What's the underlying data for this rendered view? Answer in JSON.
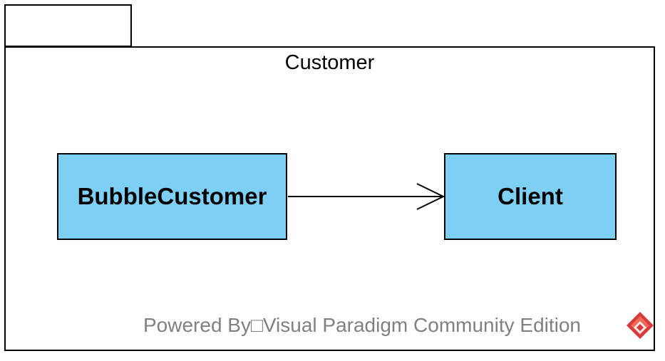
{
  "package": {
    "name": "Customer"
  },
  "classes": [
    {
      "id": "bubble",
      "label": "BubbleCustomer"
    },
    {
      "id": "client",
      "label": "Client"
    }
  ],
  "relations": [
    {
      "from": "BubbleCustomer",
      "to": "Client",
      "type": "association",
      "arrow": "open"
    }
  ],
  "colors": {
    "class_fill": "#7ecff4",
    "border": "#000000",
    "watermark_text": "#808080",
    "logo": "#cc2222"
  },
  "watermark": {
    "text": "Powered By□Visual Paradigm Community Edition"
  },
  "icons": {
    "logo": "visual-paradigm-logo-icon"
  }
}
